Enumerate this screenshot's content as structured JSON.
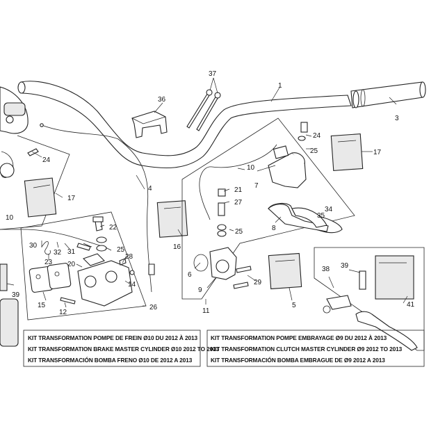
{
  "callouts": {
    "c1": "1",
    "c3": "3",
    "c4": "4",
    "c6": "6",
    "c7": "7",
    "c8": "8",
    "c9": "9",
    "c10": "10",
    "c11": "11",
    "c12": "12",
    "c14": "14",
    "c15": "15",
    "c16": "16",
    "c17a": "17",
    "c17b": "17",
    "c20": "20",
    "c21": "21",
    "c22": "22",
    "c23": "23",
    "c24a": "24",
    "c24b": "24",
    "c25a": "25",
    "c25b": "25",
    "c25c": "25",
    "c26": "26",
    "c27": "27",
    "c28": "28",
    "c29": "29",
    "c30": "30",
    "c31": "31",
    "c32": "32",
    "c34": "34",
    "c35": "35",
    "c36": "36",
    "c37": "37",
    "c38": "38",
    "c39a": "39",
    "c39b": "39",
    "c41": "41",
    "c5": "5"
  },
  "brake_kit": {
    "line1": "KIT TRANSFORMATION POMPE DE FREIN Ø10 DU 2012 À 2013",
    "line2": "KIT TRANSFORMATION BRAKE MASTER CYLINDER Ø10 2012 TO 2013",
    "line3": "KIT TRANSFORMACIÓN BOMBA FRENO Ø10 DE 2012 A 2013"
  },
  "clutch_kit": {
    "line1": "KIT TRANSFORMATION POMPE EMBRAYAGE Ø9 DU 2012 À 2013",
    "line2": "KIT TRANSFORMATION CLUTCH MASTER CYLINDER Ø9 2012 TO 2013",
    "line3": "KIT TRANSFORMACIÓN BOMBA EMBRAGUE DE Ø9 2012 A 2013"
  }
}
